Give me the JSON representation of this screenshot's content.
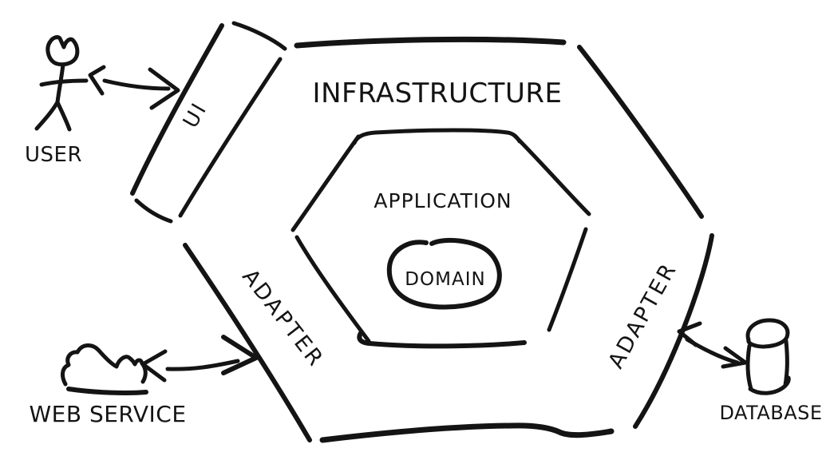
{
  "diagram": {
    "layers": {
      "outer": "INFRASTRUCTURE",
      "middle": "APPLICATION",
      "core": "DOMAIN"
    },
    "ports": {
      "ui": "UI",
      "left_adapter": "ADAPTER",
      "right_adapter": "ADAPTER"
    },
    "externals": {
      "user": "USER",
      "web_service": "WEB SERVICE",
      "database": "DATABASE"
    },
    "icons": {
      "user": "stick-figure-icon",
      "web_service": "cloud-icon",
      "database": "database-cylinder-icon"
    },
    "colors": {
      "ink": "#141414",
      "background": "#ffffff"
    }
  }
}
